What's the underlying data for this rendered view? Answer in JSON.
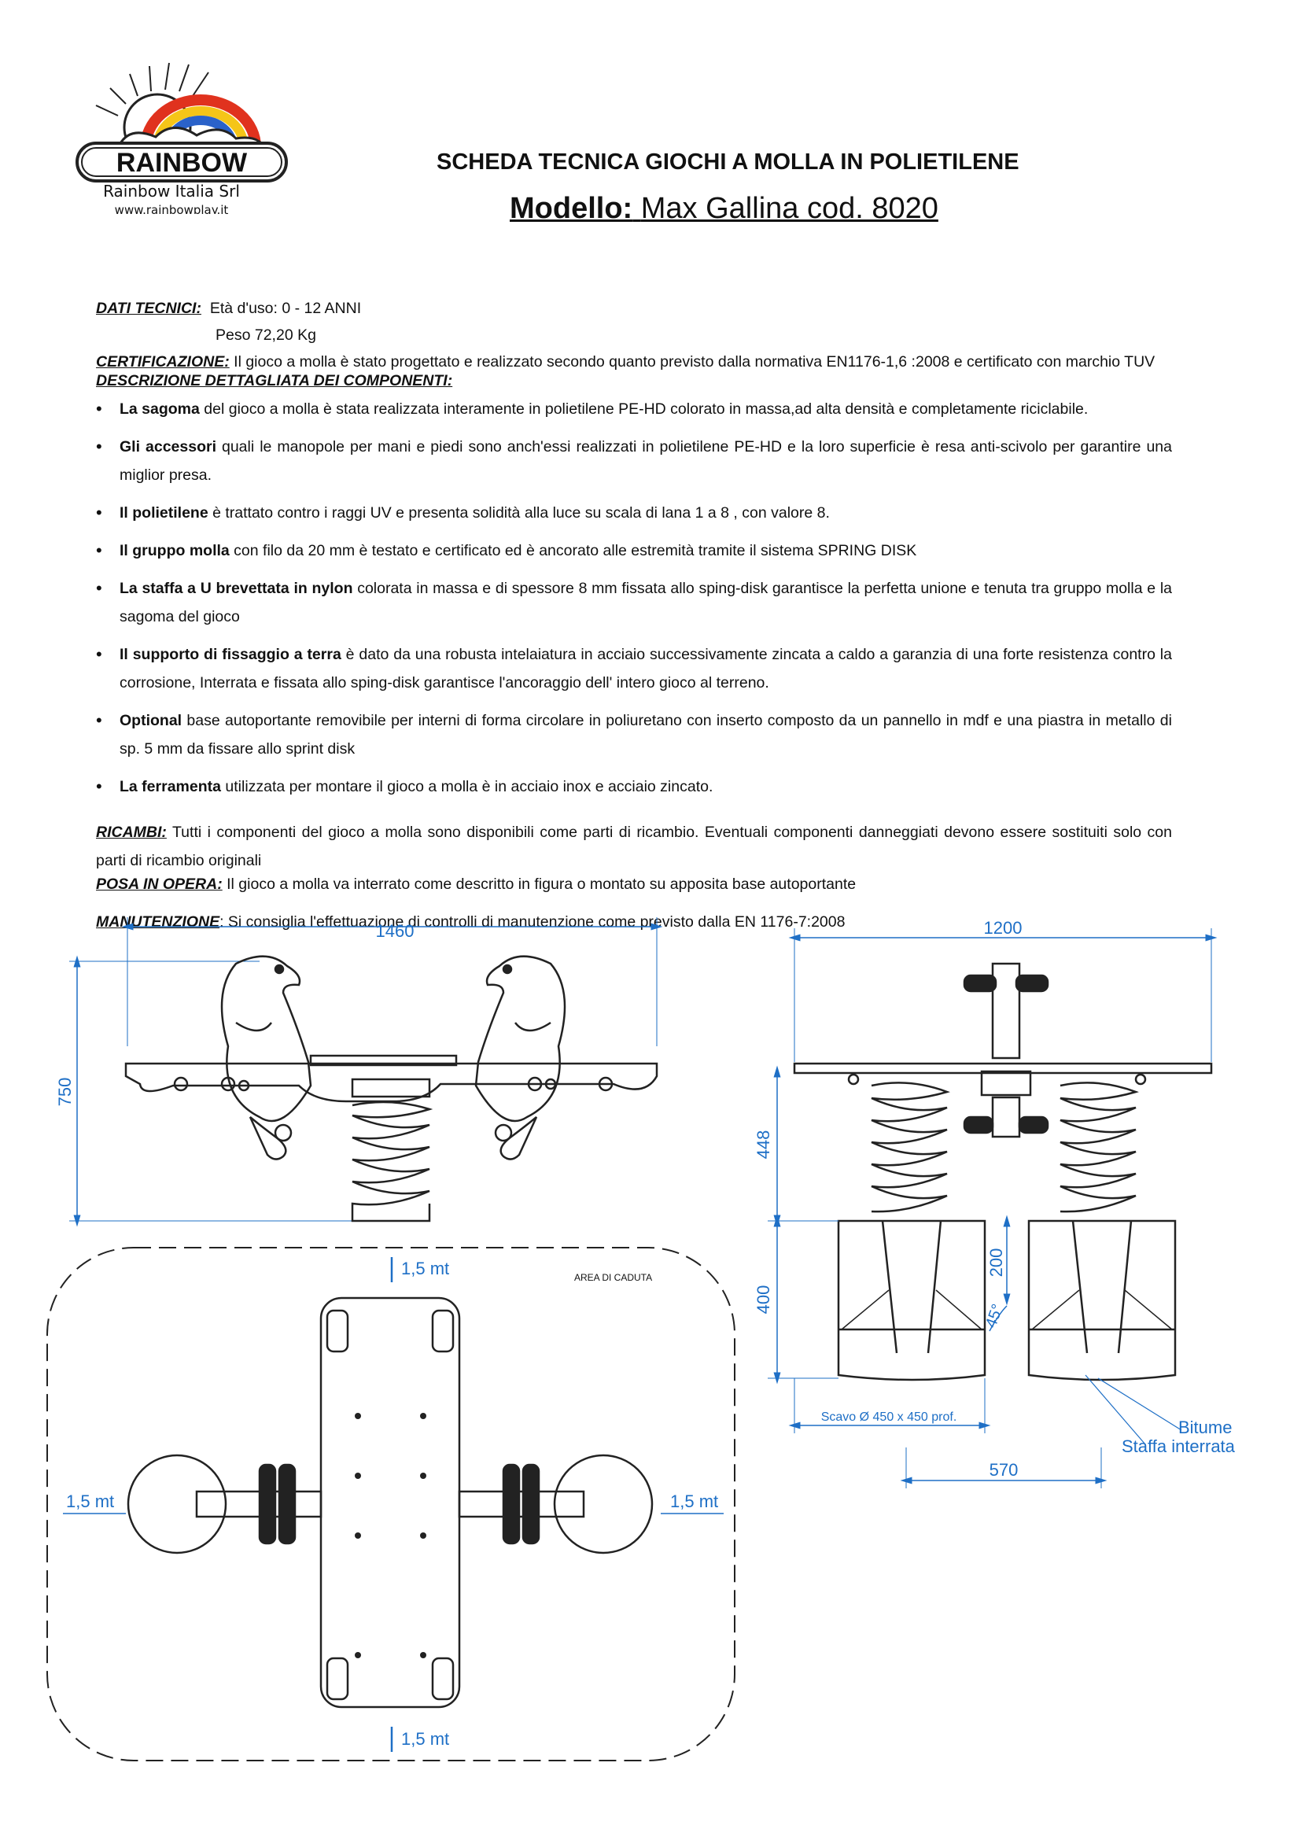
{
  "logo": {
    "brand": "RAINBOW",
    "company": "Rainbow Italia Srl",
    "website": "www.rainbowplay.it"
  },
  "header": {
    "title": "SCHEDA TECNICA GIOCHI A MOLLA IN POLIETILENE",
    "model_label": "Modello:",
    "model_value": "Max Gallina cod. 8020"
  },
  "dati_tecnici": {
    "label": "DATI TECNICI:",
    "eta": "Età d'uso: 0 - 12 ANNI",
    "peso": "Peso 72,20 Kg"
  },
  "certificazione": {
    "label": "CERTIFICAZIONE:",
    "text": "Il gioco a molla è stato progettato e realizzato secondo quanto previsto dalla normativa EN1176-1,6 :2008 e certificato con marchio TUV"
  },
  "descrizione": {
    "label": "DESCRIZIONE DETTAGLIATA DEI COMPONENTI:",
    "items": [
      {
        "bold": "La sagoma",
        "text": " del gioco a molla è stata realizzata interamente in polietilene PE-HD colorato in massa,ad alta densità e completamente riciclabile."
      },
      {
        "bold": "Gli accessori",
        "text": " quali le manopole  per mani e piedi sono anch'essi realizzati in polietilene PE-HD e la loro superficie è resa anti-scivolo per garantire una miglior presa."
      },
      {
        "bold": "Il polietilene",
        "text": " è trattato contro i raggi UV e presenta solidità alla luce su scala di lana 1 a 8 , con valore 8."
      },
      {
        "bold": "Il gruppo molla",
        "text": " con filo da 20 mm è testato e certificato ed è ancorato alle estremità tramite il sistema SPRING DISK"
      },
      {
        "bold": "La staffa a U brevettata in nylon",
        "text": " colorata in massa e di spessore 8 mm fissata allo sping-disk garantisce la perfetta unione e tenuta tra gruppo molla e la sagoma del gioco"
      },
      {
        "bold": "Il supporto di fissaggio a terra",
        "text": " è dato da una robusta intelaiatura in acciaio successivamente zincata a caldo a garanzia di una forte resistenza contro la corrosione, Interrata e fissata allo sping-disk garantisce l'ancoraggio dell' intero gioco al terreno."
      },
      {
        "bold": "Optional",
        "text": " base autoportante removibile per interni di forma circolare in poliuretano con inserto composto da un pannello in mdf e una piastra in metallo di sp. 5 mm da fissare allo sprint disk"
      },
      {
        "bold": "La ferramenta",
        "text": " utilizzata per montare il gioco a molla è in acciaio inox e acciaio zincato."
      }
    ]
  },
  "ricambi": {
    "label": "RICAMBI:",
    "text": " Tutti i componenti del gioco a molla sono disponibili come parti di ricambio. Eventuali componenti danneggiati devono essere sostituiti solo con parti di ricambio originali"
  },
  "posa": {
    "label": "POSA IN OPERA:",
    "text": " Il gioco a molla va interrato come descritto in figura o montato su apposita base autoportante"
  },
  "manutenzione": {
    "label": "MANUTENZIONE",
    "text": ": Si consiglia l'effettuazione di controlli di manutenzione come previsto dalla EN 1176-7:2008"
  },
  "drawing_front": {
    "width": "1460",
    "height": "750"
  },
  "drawing_side": {
    "width": "1200",
    "spring_height": "448",
    "depth": "400",
    "half_depth": "200",
    "angle": "45°",
    "excavation": "Scavo Ø 450 x 450 prof.",
    "offset": "570",
    "bitume": "Bitume",
    "staffa": "Staffa interrata"
  },
  "drawing_plan": {
    "fall_area": "AREA DI CADUTA",
    "top": "1,5 mt",
    "bottom": "1,5 mt",
    "left": "1,5 mt",
    "right": "1,5 mt"
  },
  "colors": {
    "dimension": "#1e6fc6",
    "rainbow_red": "#e0321e",
    "rainbow_yellow": "#f5c518",
    "rainbow_blue": "#2a62c9"
  }
}
